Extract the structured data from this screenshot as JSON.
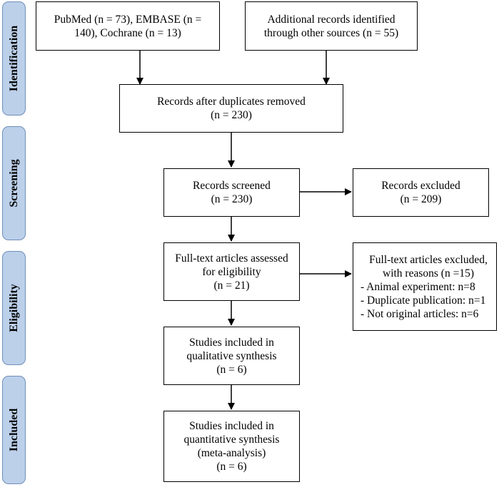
{
  "phases": {
    "identification": "Identification",
    "screening": "Screening",
    "eligibility": "Eligibility",
    "included": "Included"
  },
  "boxes": {
    "databases": [
      "PubMed (n = 73), EMBASE (n =",
      "140), Cochrane (n = 13)"
    ],
    "additional": [
      "Additional records identified",
      "through other sources (n = 55)"
    ],
    "duplicates_removed": [
      "Records after duplicates removed",
      "(n = 230)"
    ],
    "screened": [
      "Records screened",
      "(n = 230)"
    ],
    "excluded": [
      "Records excluded",
      "(n = 209)"
    ],
    "fulltext_assessed": [
      "Full-text articles assessed",
      "for eligibility",
      "(n = 21)"
    ],
    "fulltext_excluded": {
      "header": [
        "Full-text articles excluded,",
        "with reasons (n =15)"
      ],
      "reasons": [
        "- Animal experiment: n=8",
        "- Duplicate publication: n=1",
        "- Not original articles: n=6"
      ]
    },
    "qualitative": [
      "Studies included in",
      "qualitative synthesis",
      "(n = 6)"
    ],
    "quantitative": [
      "Studies included in",
      "quantitative synthesis",
      "(meta-analysis)",
      "(n = 6)"
    ]
  }
}
